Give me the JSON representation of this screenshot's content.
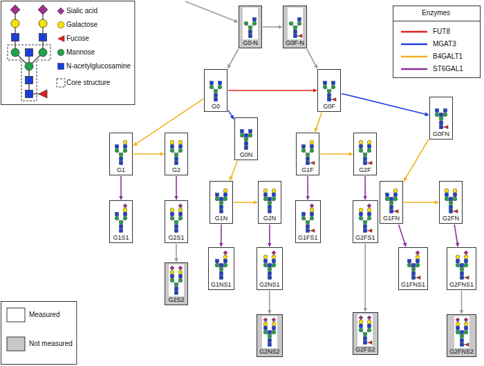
{
  "diagram": {
    "nodes": [
      {
        "text": [
          "G0-N"
        ]
      },
      {
        "text": [
          "G0F-N"
        ]
      },
      {
        "text": [
          "G0"
        ]
      },
      {
        "text": [
          "G0F"
        ]
      },
      {
        "text": [
          "G0FN"
        ]
      },
      {
        "text": [
          "G0N"
        ]
      },
      {
        "text": [
          "G1"
        ]
      },
      {
        "text": [
          "G2"
        ]
      },
      {
        "text": [
          "G1F"
        ]
      },
      {
        "text": [
          "G2F"
        ]
      },
      {
        "text": [
          "G1N"
        ]
      },
      {
        "text": [
          "G2N"
        ]
      },
      {
        "text": [
          "G1FN"
        ]
      },
      {
        "text": [
          "G2FN"
        ]
      },
      {
        "text": [
          "G1S1"
        ]
      },
      {
        "text": [
          "G2S1"
        ]
      },
      {
        "text": [
          "G1FS1"
        ]
      },
      {
        "text": [
          "G2FS1"
        ]
      },
      {
        "text": [
          "G1NS1"
        ]
      },
      {
        "text": [
          "G2NS1"
        ]
      },
      {
        "text": [
          "G1FNS1"
        ]
      },
      {
        "text": [
          "G2FNS1"
        ]
      },
      {
        "text": [
          "G2S2"
        ]
      },
      {
        "text": [
          "G2FS2"
        ]
      },
      {
        "text": [
          "G2NS2"
        ]
      },
      {
        "text": [
          "G2FNS2"
        ]
      }
    ],
    "edges": [
      {
        "from": 0,
        "to": 1,
        "arrow": "to"
      },
      {
        "from": 0,
        "to": 2,
        "arrow": "to"
      },
      {
        "from": 1,
        "to": 3,
        "arrow": "to"
      },
      {
        "from": 2,
        "to": 3,
        "arrow": "to"
      },
      {
        "from": 2,
        "to": 6,
        "arrow": "to"
      },
      {
        "from": 2,
        "to": 5,
        "arrow": "to"
      },
      {
        "from": 3,
        "to": 8,
        "arrow": "to"
      },
      {
        "from": 3,
        "to": 4,
        "arrow": "to"
      },
      {
        "from": 6,
        "to": 7,
        "arrow": "to"
      },
      {
        "from": 6,
        "to": 14,
        "arrow": "to"
      },
      {
        "from": 7,
        "to": 15,
        "arrow": "to"
      },
      {
        "from": 15,
        "to": 22,
        "arrow": "to"
      },
      {
        "from": 5,
        "to": 10,
        "arrow": "to"
      },
      {
        "from": 10,
        "to": 11,
        "arrow": "to"
      },
      {
        "from": 10,
        "to": 18,
        "arrow": "to"
      },
      {
        "from": 11,
        "to": 19,
        "arrow": "to"
      },
      {
        "from": 19,
        "to": 24,
        "arrow": "to"
      },
      {
        "from": 8,
        "to": 9,
        "arrow": "to"
      },
      {
        "from": 8,
        "to": 16,
        "arrow": "to"
      },
      {
        "from": 9,
        "to": 17,
        "arrow": "to"
      },
      {
        "from": 17,
        "to": 23,
        "arrow": "to"
      },
      {
        "from": 4,
        "to": 12,
        "arrow": "to"
      },
      {
        "from": 12,
        "to": 13,
        "arrow": "to"
      },
      {
        "from": 12,
        "to": 20,
        "arrow": "to"
      },
      {
        "from": 13,
        "to": 21,
        "arrow": "to"
      },
      {
        "from": 21,
        "to": 25,
        "arrow": "to"
      }
    ],
    "labels": [
      "Enzymes"
    ],
    "legend": [
      {
        "text": "Sialic acid"
      },
      {
        "text": "Galactose"
      },
      {
        "text": "Fucose"
      },
      {
        "text": "Mannose"
      },
      {
        "text": "N-acetylglucosamine"
      },
      {
        "text": "Core structure"
      },
      {
        "text": "FUT8"
      },
      {
        "text": "MGAT3"
      },
      {
        "text": "B4GALT1"
      },
      {
        "text": "ST6GAL1"
      },
      {
        "text": "Measured",
        "color": "#ffffff"
      },
      {
        "text": "Not measured",
        "color": "#c8c8c8"
      }
    ]
  }
}
